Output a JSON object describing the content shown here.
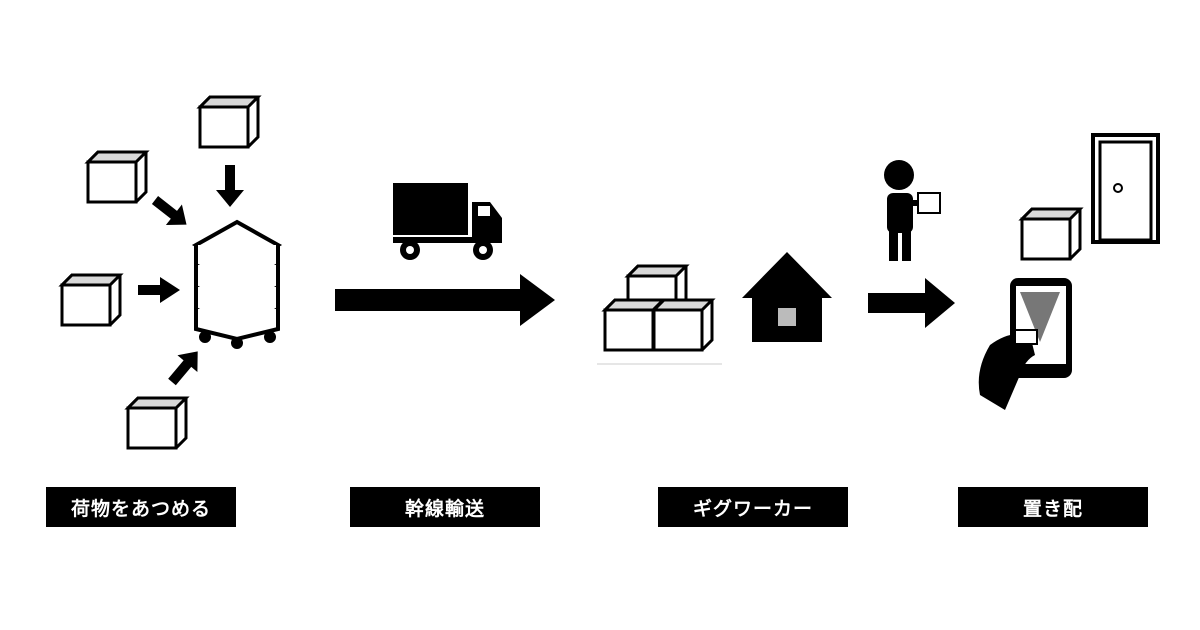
{
  "steps": [
    {
      "label": "荷物をあつめる",
      "icon": "packages-collect-icon"
    },
    {
      "label": "幹線輸送",
      "icon": "truck-icon"
    },
    {
      "label": "ギグワーカー",
      "icon": "gig-worker-icon"
    },
    {
      "label": "置き配",
      "icon": "doorstep-delivery-icon"
    }
  ],
  "colors": {
    "ink": "#000000",
    "box_top": "#d8d8d8",
    "background": "#ffffff"
  }
}
